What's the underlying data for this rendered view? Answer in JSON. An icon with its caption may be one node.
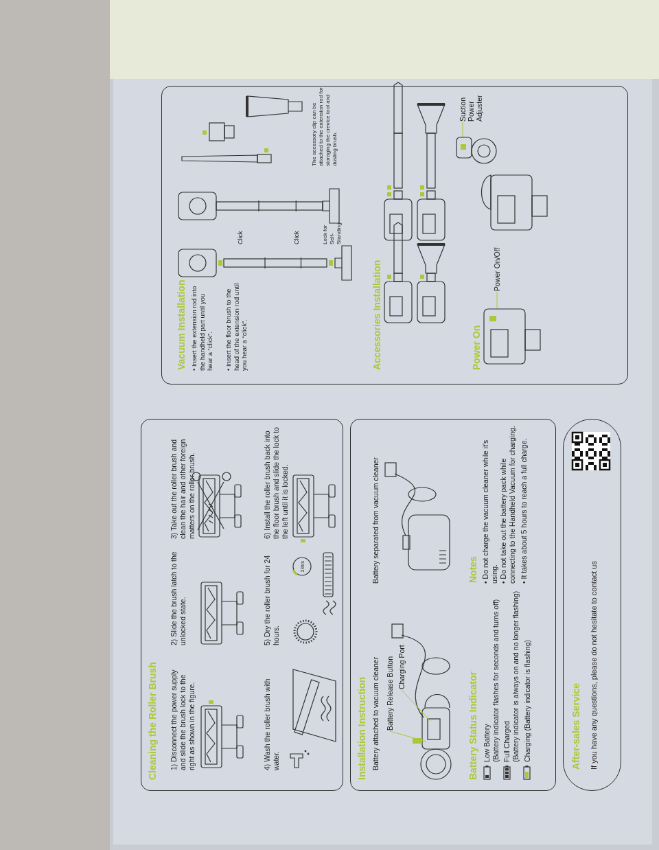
{
  "diagram": {
    "nodes": [
      {
        "text": [
          "Cleaning the Roller Brush"
        ]
      },
      {
        "text": [
          "Installation Instruction",
          "Battery Status Indicator",
          "Notes"
        ]
      },
      {
        "text": [
          "Battery Release Button"
        ],
        "in": 1
      },
      {
        "text": [
          "Charging Port"
        ],
        "in": 1
      },
      {
        "text": [
          "After-sales Service",
          "If you have any questions, please do not hesitate to contact us"
        ]
      },
      {
        "text": [
          "Vacuum Installation",
          "Accessories Installation",
          "Power On"
        ]
      },
      {
        "text": [
          "Power On/Off"
        ],
        "in": 5
      },
      {
        "text": [
          "Suction Power Adjuster"
        ],
        "in": 5
      },
      {
        "text": [],
        "shape": "picture",
        "in": 5
      },
      {
        "text": [],
        "shape": "picture",
        "in": 5
      }
    ],
    "edges": [
      {
        "from": 2,
        "to": null,
        "arrow": "none"
      },
      {
        "from": 3,
        "to": null,
        "arrow": "none"
      },
      {
        "from": 6,
        "to": 8,
        "arrow": "none"
      },
      {
        "from": 7,
        "to": 9,
        "arrow": "none"
      }
    ],
    "labels": [
      "1) Disconnect the power supply and slide the brush lock to the right as shown in the figure.",
      "2) Slide the brush latch to the unlocked state.",
      "3) Take out the roller brush and clean the hair and other foreign matters on the roller brush.",
      "4) Wash the roller brush with water.",
      "5) Dry the roller brush for 24 hours.",
      "24hrs",
      "6) Install the roller brush back into the floor brush and slide the lock to the left until it is locked.",
      "Battery attached to vacuum cleaner",
      "Battery separated from vacuum cleaner",
      "Low Battery",
      "(Battery indicator flashes for seconds and turns off)",
      "Full Charged",
      "(Battery indicator is always on and no longer flashing)",
      "Charging (Battery indicator is flashing)",
      "• Do not charge the vacuum cleaner while it's using.",
      "• Do not take out the battery pack while connecting to the Handheld Vacuum for charging.",
      "• It takes about 5 hours to reach a full charge.",
      "• Insert the extension rod into the handheld part until you hear a “click”.",
      "• Insert the floor brush to the head of the extension rod until you hear a “click”.",
      "Click",
      "Click",
      "Lock for Self-Standing",
      "The accessory clip can be attached to the extension rod for storaging the crevice tool and dusting brush."
    ]
  }
}
